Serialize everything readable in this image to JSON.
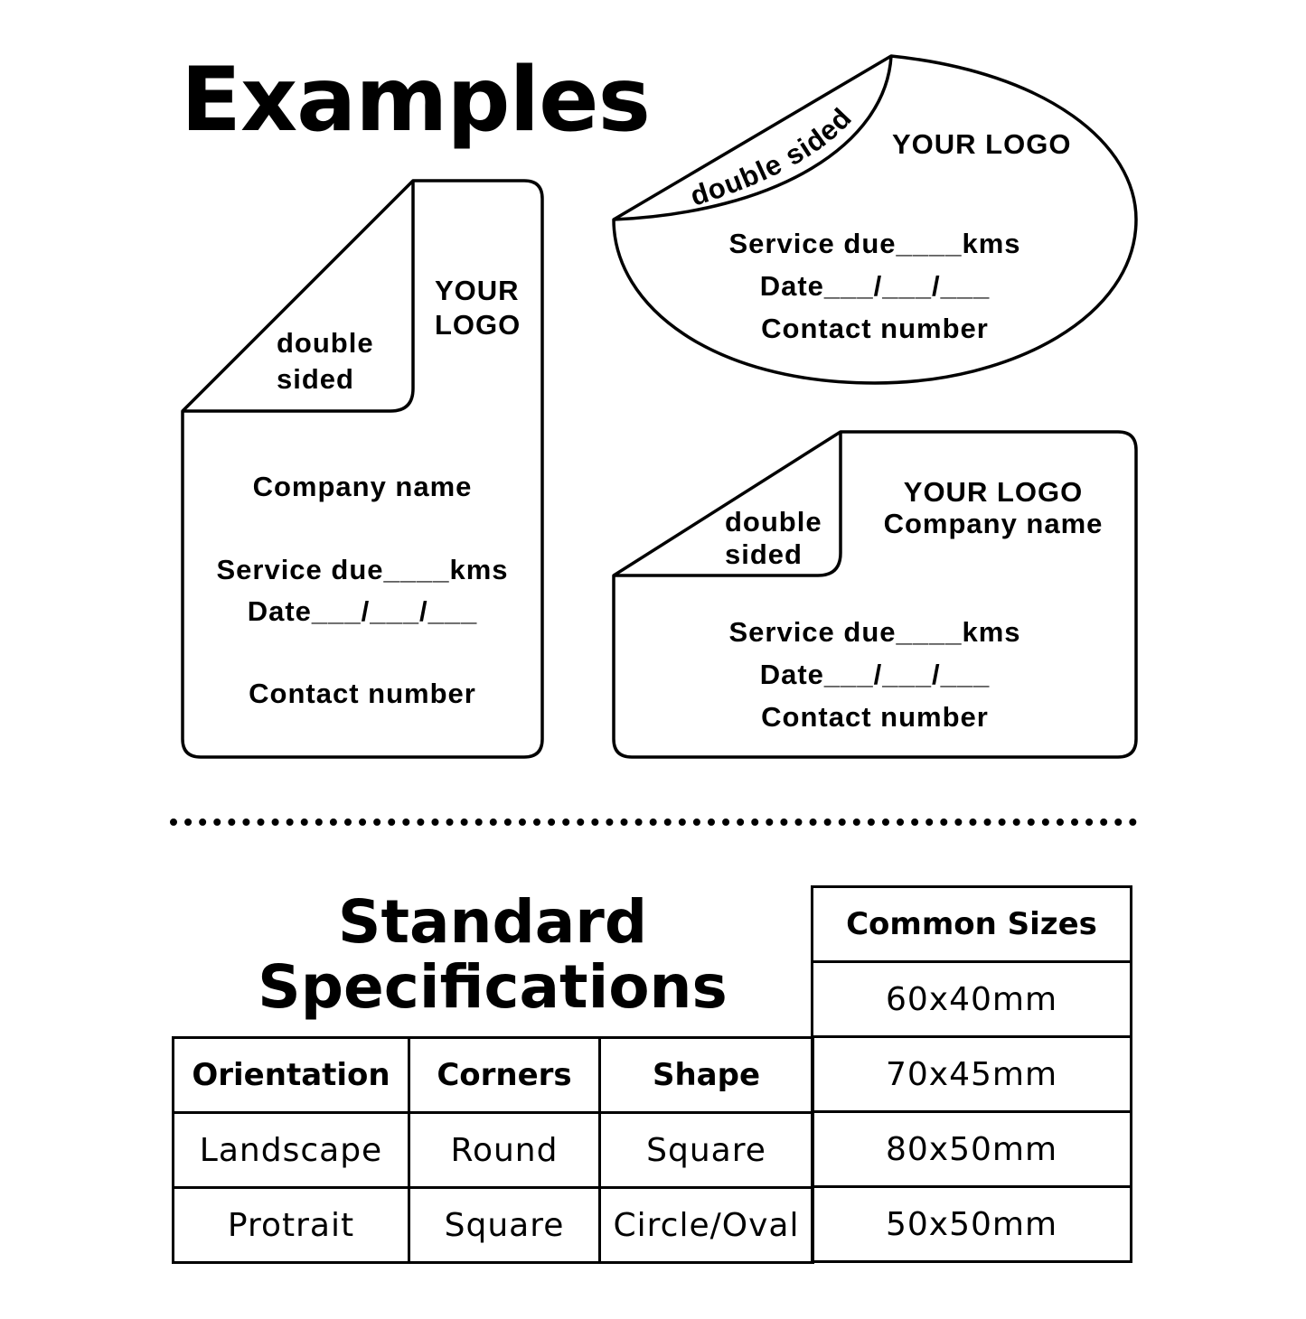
{
  "examples": {
    "title": "Examples",
    "portrait": {
      "flap_line1": "double",
      "flap_line2": "sided",
      "logo_line1": "YOUR",
      "logo_line2": "LOGO",
      "company": "Company name",
      "service": "Service due____kms",
      "date": "Date___/___/___",
      "contact": "Contact number"
    },
    "oval": {
      "flap_text": "double sided",
      "logo": "YOUR LOGO",
      "service": "Service due____kms",
      "date": "Date___/___/___",
      "contact": "Contact number"
    },
    "landscape": {
      "flap_line1": "double",
      "flap_line2": "sided",
      "logo": "YOUR LOGO",
      "company": "Company name",
      "service": "Service due____kms",
      "date": "Date___/___/___",
      "contact": "Contact number"
    }
  },
  "specifications": {
    "title_line1": "Standard",
    "title_line2": "Specifications",
    "headers": [
      "Orientation",
      "Corners",
      "Shape"
    ],
    "rows": [
      [
        "Landscape",
        "Round",
        "Square"
      ],
      [
        "Protrait",
        "Square",
        "Circle/Oval"
      ]
    ]
  },
  "common_sizes": {
    "header": "Common Sizes",
    "sizes": [
      "60x40mm",
      "70x45mm",
      "80x50mm",
      "50x50mm"
    ]
  }
}
